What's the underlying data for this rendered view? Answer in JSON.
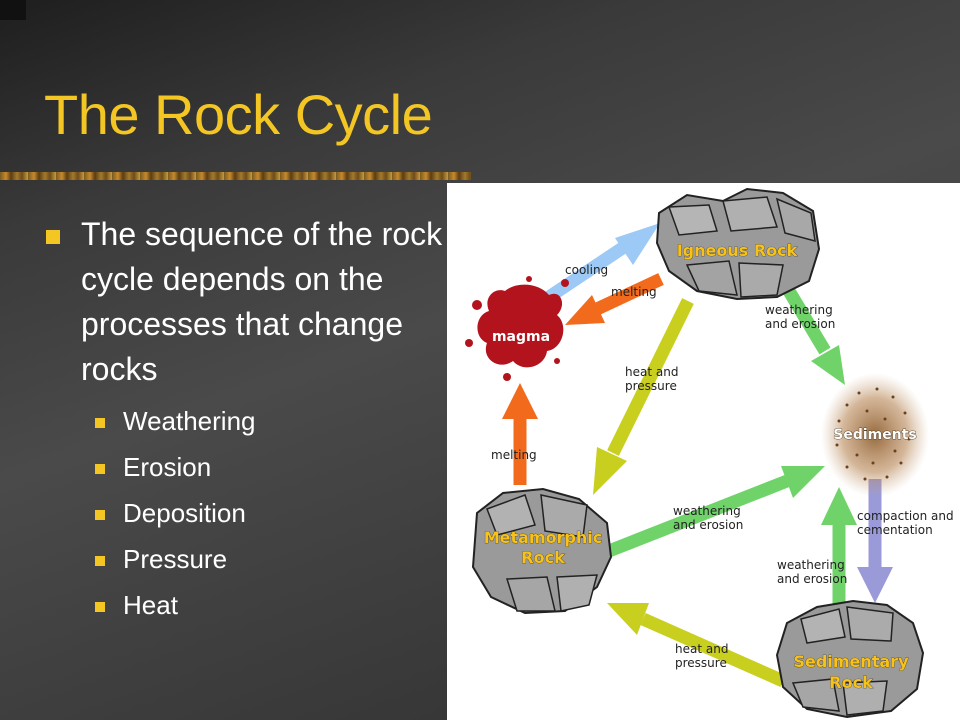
{
  "slide": {
    "title": "The Rock Cycle",
    "main_bullet": "The sequence of the rock cycle depends on the processes that change rocks",
    "sub_bullets": [
      "Weathering",
      "Erosion",
      "Deposition",
      "Pressure",
      "Heat"
    ]
  },
  "diagram": {
    "nodes": {
      "igneous": "Igneous Rock",
      "magma": "magma",
      "sediments": "Sediments",
      "metamorphic_line1": "Metamorphic",
      "metamorphic_line2": "Rock",
      "sedimentary_line1": "Sedimentary",
      "sedimentary_line2": "Rock"
    },
    "arrow_labels": {
      "cooling": "cooling",
      "melting_igneous": "melting",
      "weathering_igneous_1": "weathering",
      "weathering_igneous_2": "and erosion",
      "heat_pressure_igneous_1": "heat and",
      "heat_pressure_igneous_2": "pressure",
      "melting_metamorphic": "melting",
      "weathering_metamorphic_1": "weathering",
      "weathering_metamorphic_2": "and erosion",
      "compaction_1": "compaction and",
      "compaction_2": "cementation",
      "weathering_sedimentary_1": "weathering",
      "weathering_sedimentary_2": "and erosion",
      "heat_pressure_sedimentary_1": "heat and",
      "heat_pressure_sedimentary_2": "pressure"
    },
    "colors": {
      "title": "#f3c623",
      "cooling_arrow": "#9cc9f5",
      "melting_arrow": "#f26a1b",
      "weathering_arrow": "#6fd36a",
      "heat_pressure_arrow": "#c9cf1e",
      "compaction_arrow": "#9a9ad8",
      "magma": "#b3131c",
      "rock": "#9a9a9a",
      "rock_label": "#f6c21b"
    }
  }
}
